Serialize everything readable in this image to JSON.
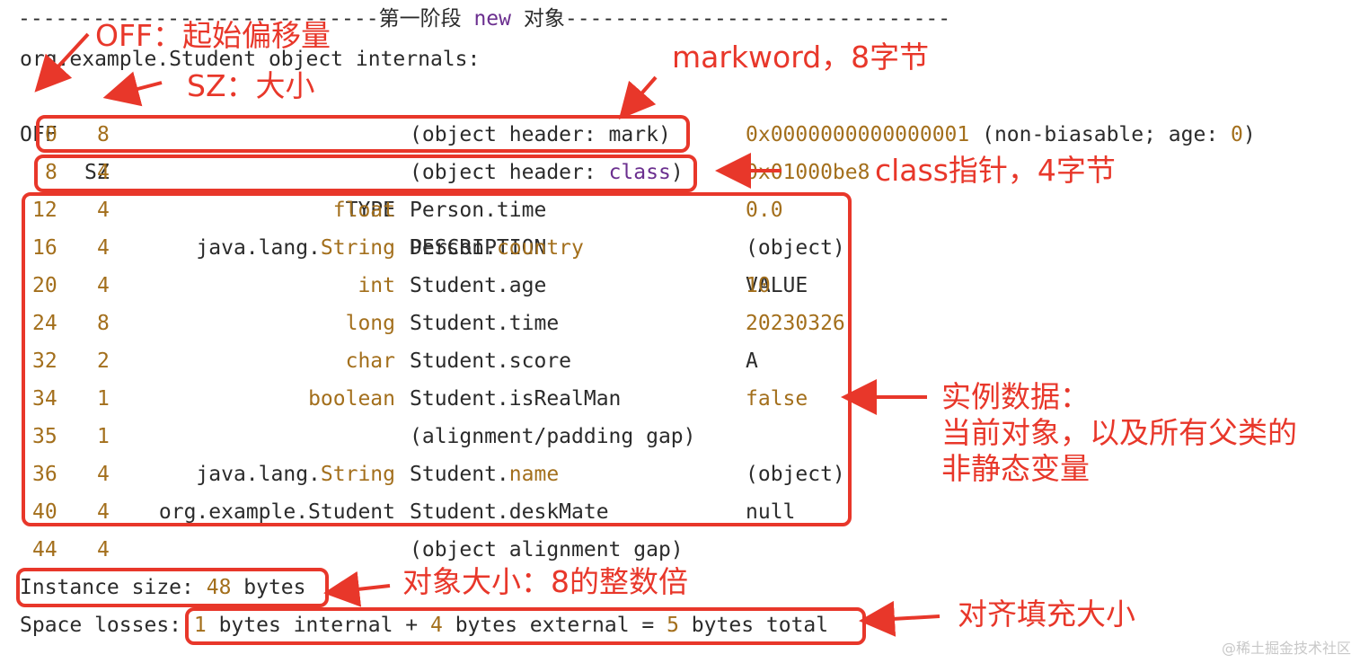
{
  "header": {
    "dash_left": "-----------------------------",
    "title_pre": "第一阶段 ",
    "title_kw": "new",
    "title_post": " 对象",
    "dash_right": "-------------------------------"
  },
  "internals_line": "org.example.Student object internals:",
  "columns": {
    "off": "OFF",
    "sz": "SZ",
    "type": "TYPE",
    "desc": "DESCRIPTION",
    "value": "VALUE"
  },
  "rows": [
    {
      "off": "0",
      "sz": "8",
      "type": "",
      "desc": "(object header: mark)",
      "value": "0x0000000000000001 (non-biasable; age: 0)"
    },
    {
      "off": "8",
      "sz": "4",
      "type": "",
      "desc": "(object header: class)",
      "value": "0x01000be8"
    },
    {
      "off": "12",
      "sz": "4",
      "type": "float",
      "desc": "Person.time",
      "value": "0.0"
    },
    {
      "off": "16",
      "sz": "4",
      "type": "java.lang.String",
      "desc": "Person.country",
      "value": "(object)"
    },
    {
      "off": "20",
      "sz": "4",
      "type": "int",
      "desc": "Student.age",
      "value": "10"
    },
    {
      "off": "24",
      "sz": "8",
      "type": "long",
      "desc": "Student.time",
      "value": "20230326"
    },
    {
      "off": "32",
      "sz": "2",
      "type": "char",
      "desc": "Student.score",
      "value": "A"
    },
    {
      "off": "34",
      "sz": "1",
      "type": "boolean",
      "desc": "Student.isRealMan",
      "value": "false"
    },
    {
      "off": "35",
      "sz": "1",
      "type": "",
      "desc": "(alignment/padding gap)",
      "value": ""
    },
    {
      "off": "36",
      "sz": "4",
      "type": "java.lang.String",
      "desc": "Student.name",
      "value": "(object)"
    },
    {
      "off": "40",
      "sz": "4",
      "type": "org.example.Student",
      "desc": "Student.deskMate",
      "value": "null"
    },
    {
      "off": "44",
      "sz": "4",
      "type": "",
      "desc": "(object alignment gap)",
      "value": ""
    }
  ],
  "instance_size": {
    "label": "Instance size: ",
    "value": "48",
    "unit": " bytes"
  },
  "space_losses": {
    "label": "Space losses: ",
    "internal": "1",
    "internal_text": " bytes internal + ",
    "external": "4",
    "external_text": " bytes external = ",
    "total": "5",
    "total_text": " bytes total"
  },
  "annotations": {
    "off": "OFF：起始偏移量",
    "sz": "SZ：大小",
    "markword": "markword，8字节",
    "class_ptr": "class指针，4字节",
    "instance_data": "实例数据：\n当前对象，以及所有父类的\n非静态变量",
    "object_size": "对象大小：8的整数倍",
    "padding": "对齐填充大小"
  },
  "watermark": "@稀土掘金技术社区",
  "colors": {
    "annotation": "#e8372a",
    "number": "#a36f1c",
    "keyword": "#6b2f8f"
  }
}
